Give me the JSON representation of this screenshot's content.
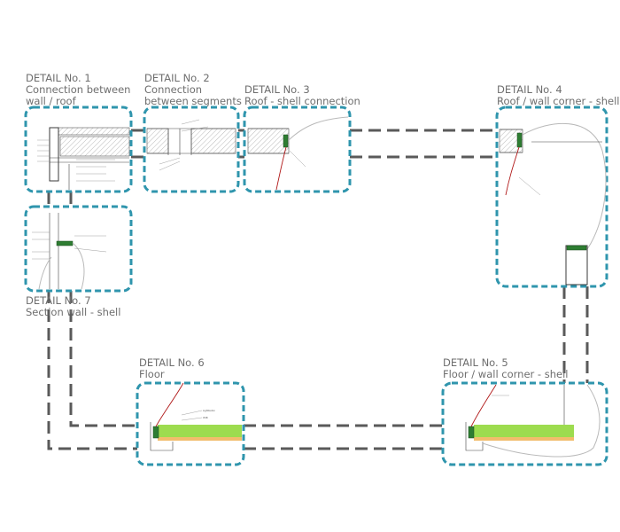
{
  "details": {
    "d1": {
      "title_line1": "DETAIL No. 1",
      "title_line2": "Connection between",
      "title_line3": "wall / roof"
    },
    "d2": {
      "title_line1": "DETAIL No. 2",
      "title_line2": "Connection",
      "title_line3": "between segments"
    },
    "d3": {
      "title_line1": "DETAIL No. 3",
      "title_line2": "Roof - shell connection"
    },
    "d4": {
      "title_line1": "DETAIL No. 4",
      "title_line2": "Roof / wall  corner - shell"
    },
    "d5": {
      "title_line1": "DETAIL No. 5",
      "title_line2": "Floor / wall  corner - shell"
    },
    "d6": {
      "title_line1": "DETAIL No. 6",
      "title_line2": "Floor",
      "label_a": "Lightbeton",
      "label_b": "OSB"
    },
    "d7": {
      "title_line1": "DETAIL No. 7",
      "title_line2": "Section wall - shell"
    }
  },
  "colors": {
    "box_border": "#2f95ad",
    "route_line": "#5a5a5a",
    "title_text": "#6e6e6e",
    "connector_green": "#2e7d32",
    "floor_green": "#9ddc4f",
    "floor_orange": "#f2bd6c",
    "shell_line": "#b9b9b9",
    "membrane_red": "#b01818"
  }
}
